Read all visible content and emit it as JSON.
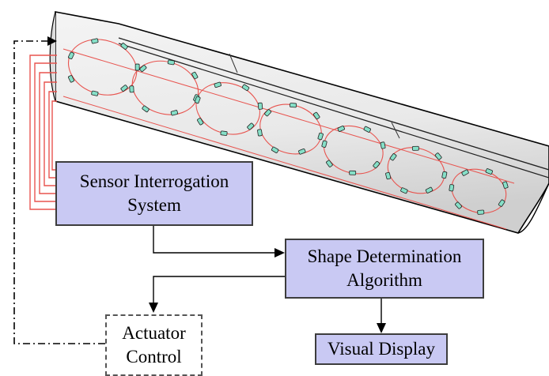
{
  "diagram": {
    "sensor_box": {
      "label": "Sensor Interrogation\nSystem"
    },
    "shape_box": {
      "label": "Shape Determination\nAlgorithm"
    },
    "actuator_box": {
      "label": "Actuator\nControl"
    },
    "display_box": {
      "label": "Visual Display"
    }
  },
  "colors": {
    "box_fill": "#c9c9f3",
    "fiber": "#e8544f",
    "sensor_fill": "#86e0c8",
    "wing_fill": "#ededed"
  }
}
